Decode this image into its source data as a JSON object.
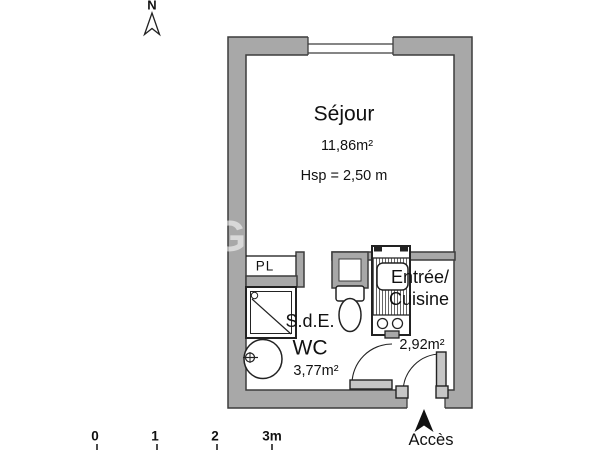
{
  "compass": {
    "label": "N"
  },
  "watermark": {
    "text": "GR"
  },
  "rooms": {
    "sejour": {
      "name": "Séjour",
      "area": "11,86m²",
      "height_note": "Hsp = 2,50 m"
    },
    "sde_wc": {
      "line1": "S.d.E.",
      "line2": "WC",
      "area": "3,77m²"
    },
    "entree_cuisine": {
      "line1": "Entrée/",
      "line2": "Cuisine",
      "area": "2,92m²"
    },
    "placard": {
      "label": "PL"
    }
  },
  "scale_bar": {
    "labels": [
      "0",
      "1",
      "2",
      "3m"
    ]
  },
  "access": {
    "label": "Accès"
  },
  "colors": {
    "wall_fill": "#a8a8a8",
    "wall_outline": "#3c3c3c",
    "fixture_outline": "#222222",
    "text": "#111111"
  }
}
